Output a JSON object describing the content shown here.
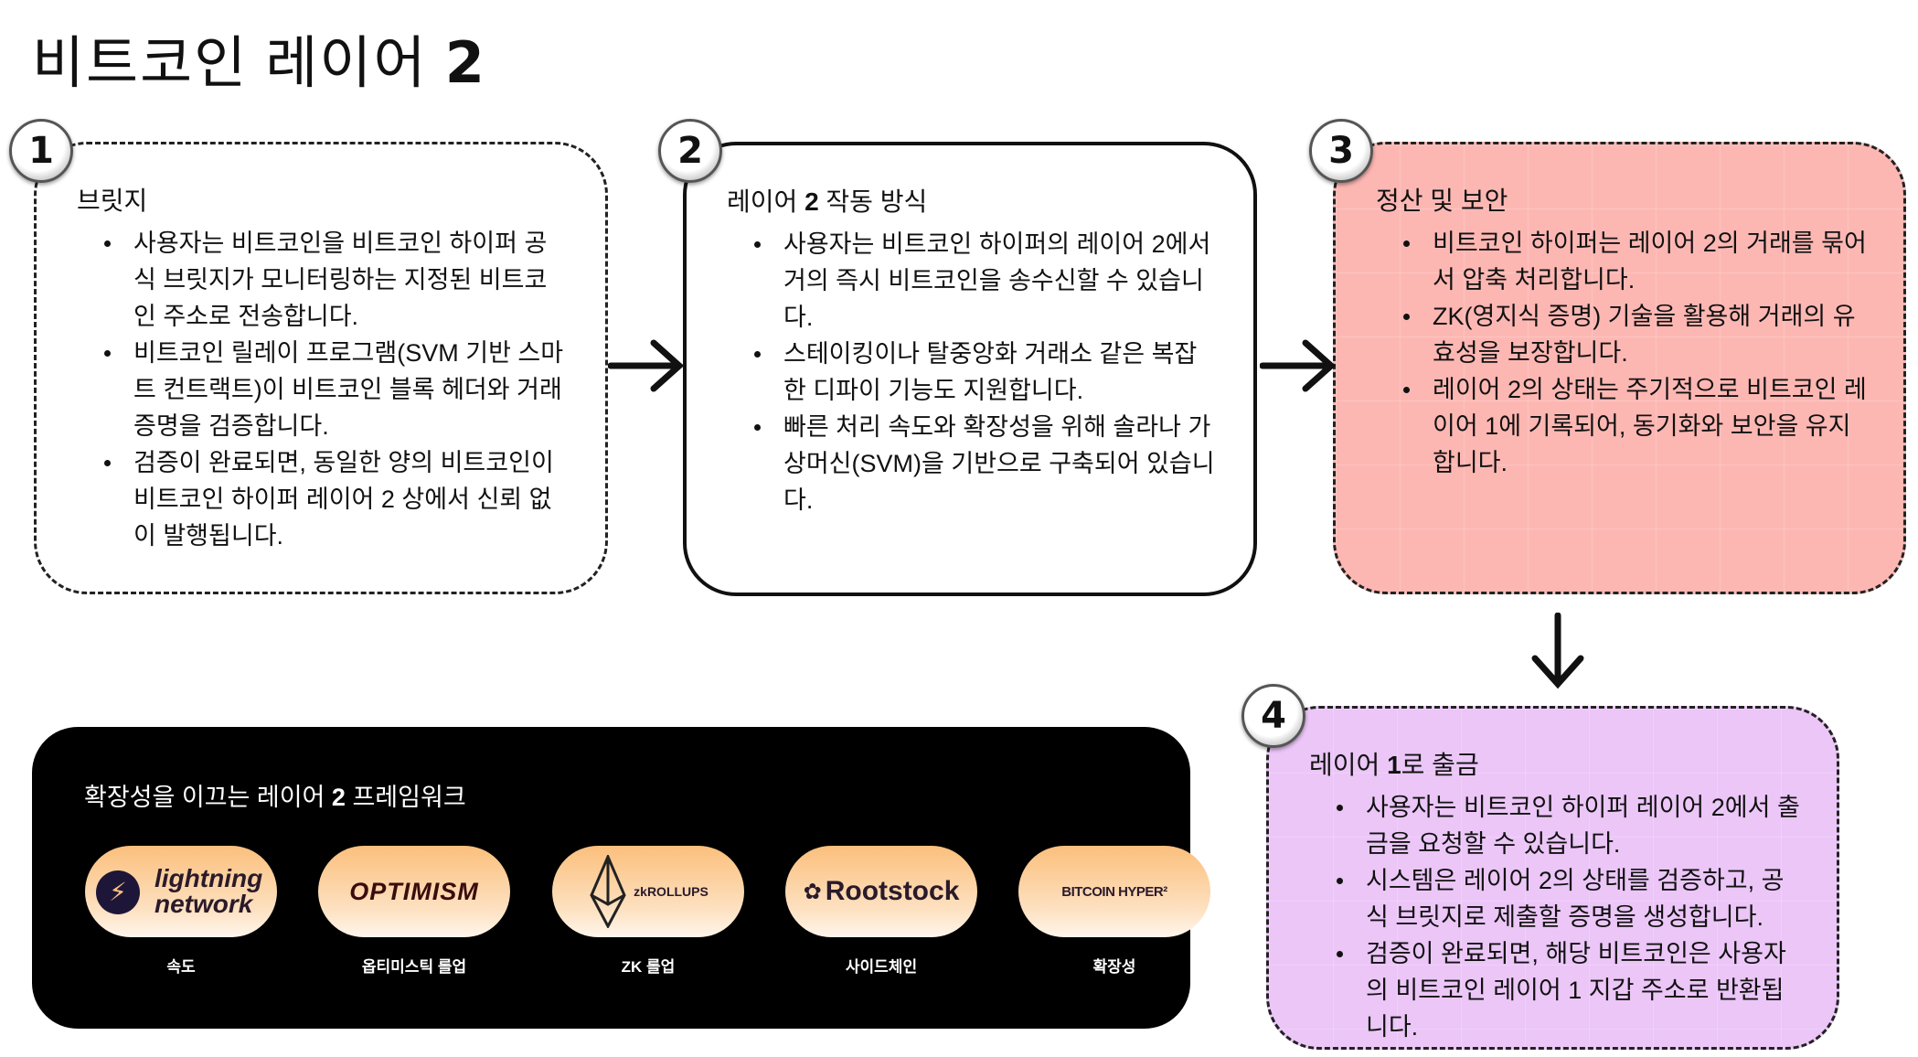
{
  "title": {
    "text": "비트코인 레이어",
    "num": "2"
  },
  "steps": [
    {
      "number": "1",
      "heading": "브릿지",
      "bullets": [
        "사용자는 비트코인을 비트코인 하이퍼 공식 브릿지가 모니터링하는 지정된 비트코인 주소로 전송합니다.",
        "비트코인 릴레이 프로그램(SVM 기반 스마트 컨트랙트)이 비트코인 블록 헤더와 거래 증명을 검증합니다.",
        "검증이 완료되면, 동일한 양의 비트코인이 비트코인 하이퍼 레이어 2 상에서 신뢰 없이 발행됩니다."
      ]
    },
    {
      "number": "2",
      "heading_pre": "레이어",
      "heading_num": "2",
      "heading_post": "작동 방식",
      "bullets": [
        "사용자는 비트코인 하이퍼의 레이어 2에서 거의 즉시 비트코인을 송수신할 수 있습니다.",
        "스테이킹이나 탈중앙화 거래소 같은 복잡한 디파이 기능도 지원합니다.",
        "빠른 처리 속도와 확장성을 위해 솔라나 가상머신(SVM)을 기반으로 구축되어 있습니다."
      ]
    },
    {
      "number": "3",
      "heading": "정산 및 보안",
      "bullets": [
        "비트코인 하이퍼는 레이어 2의 거래를 묶어서 압축 처리합니다.",
        "ZK(영지식 증명) 기술을 활용해 거래의 유효성을 보장합니다.",
        "레이어 2의 상태는 주기적으로 비트코인 레이어 1에 기록되어, 동기화와 보안을 유지합니다."
      ]
    },
    {
      "number": "4",
      "heading_pre": "레이어",
      "heading_num": "1",
      "heading_post": "로 출금",
      "bullets": [
        "사용자는 비트코인 하이퍼 레이어 2에서 출금을 요청할 수 있습니다.",
        "시스템은 레이어 2의 상태를 검증하고, 공식 브릿지로 제출할 증명을 생성합니다.",
        "검증이 완료되면, 해당 비트코인은 사용자의 비트코인 레이어 1 지갑 주소로 반환됩니다."
      ]
    }
  ],
  "frameworks": {
    "heading_pre": "확장성을 이끄는 레이어",
    "heading_num": "2",
    "heading_post": "프레임워크",
    "items": [
      {
        "logo": "lightning network",
        "label": "속도"
      },
      {
        "logo": "OPTIMISM",
        "label": "옵티미스틱 롤업"
      },
      {
        "logo": "zkROLLUPS",
        "label": "ZK 롤업"
      },
      {
        "logo": "Rootstock",
        "label": "사이드체인"
      },
      {
        "logo": "BITCOIN HYPER²",
        "label": "확장성"
      }
    ]
  },
  "colors": {
    "step2": "#fdb86e",
    "step3": "#fdb7b3",
    "step4": "#ebc6f7",
    "panel": "#000000"
  }
}
